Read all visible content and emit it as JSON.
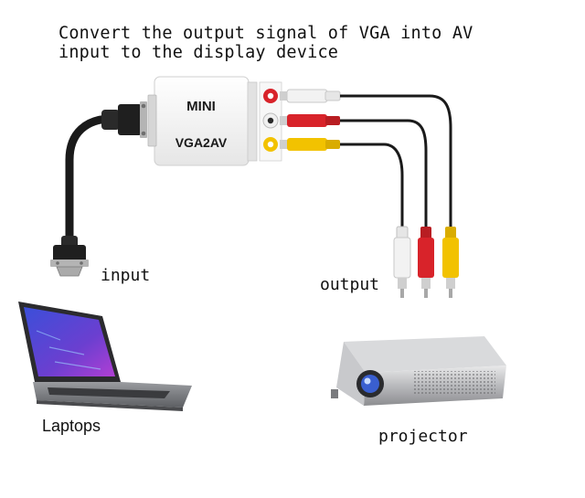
{
  "heading": {
    "line1": "Convert the output signal of VGA into AV",
    "line2": "input to the display device"
  },
  "adapter": {
    "brand": "MINI",
    "model": "VGA2AV"
  },
  "labels": {
    "input": "input",
    "output": "output",
    "laptops": "Laptops",
    "projector": "projector"
  },
  "colors": {
    "rca_white": "#f2f2f2",
    "rca_red": "#d8232a",
    "rca_yellow": "#f2c200",
    "cable": "#1a1a1a"
  }
}
